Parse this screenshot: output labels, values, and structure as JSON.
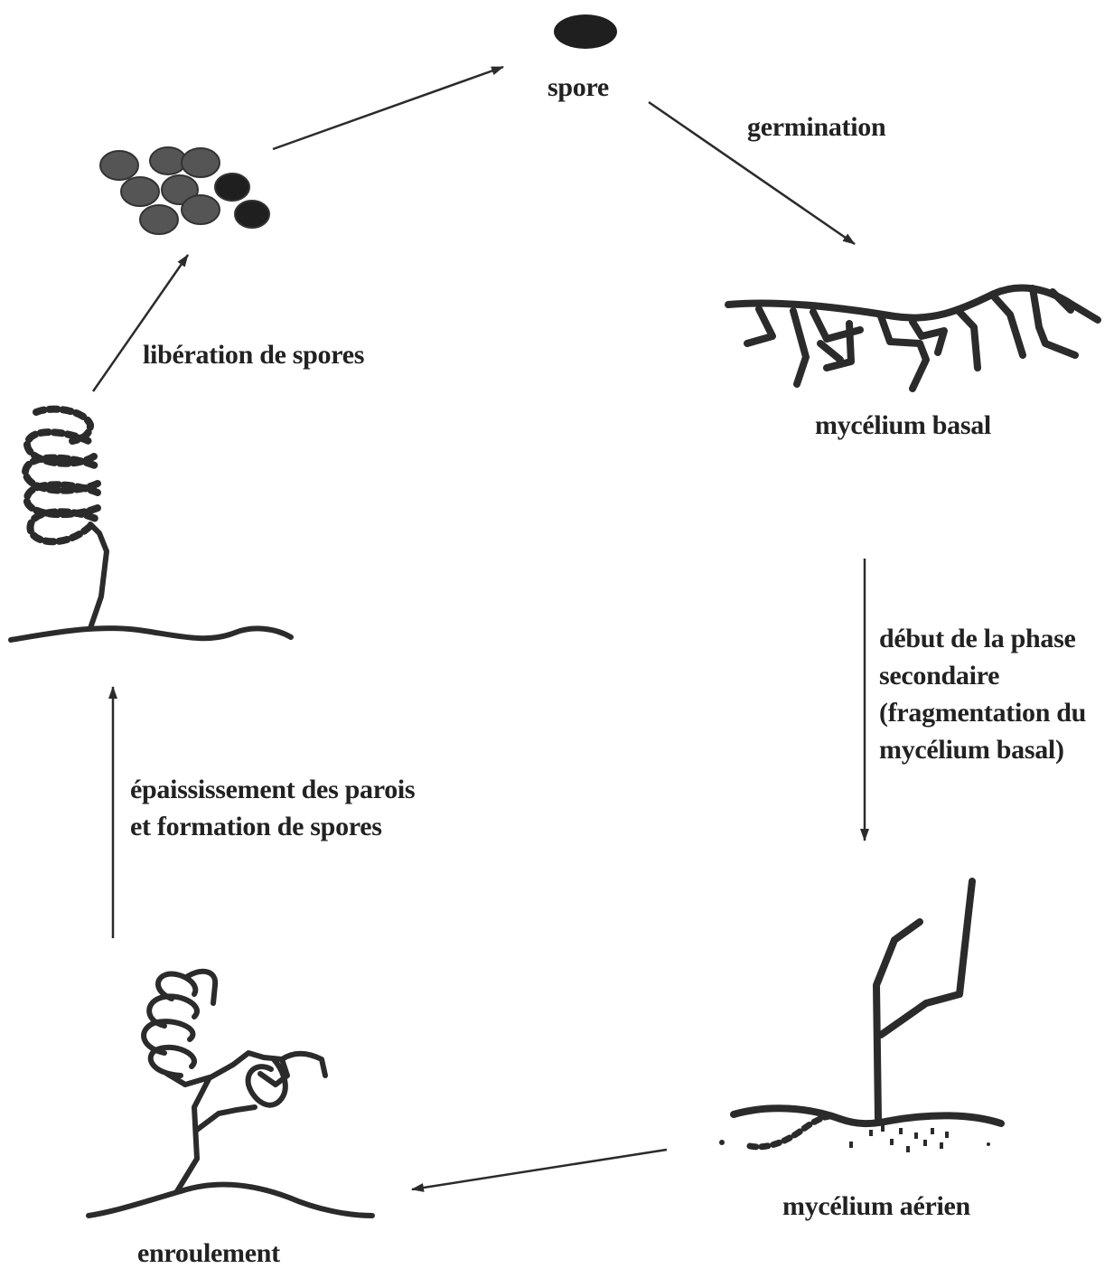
{
  "diagram": {
    "ink": "#2b2b2b",
    "spore_fill": "#1f1f1f",
    "spore_cluster_fill": "#555555",
    "stages": {
      "spore": "spore",
      "basal_mycelium": "mycélium basal",
      "aerial_mycelium": "mycélium aérien",
      "coiling": "enroulement"
    },
    "transitions": {
      "germination": "germination",
      "secondary_phase": [
        "début de la phase",
        "secondaire",
        "(fragmentation du",
        "mycélium basal)"
      ],
      "wall_thickening": [
        "épaississement des parois",
        "et formation de spores"
      ],
      "spore_release": "libération de spores"
    }
  }
}
